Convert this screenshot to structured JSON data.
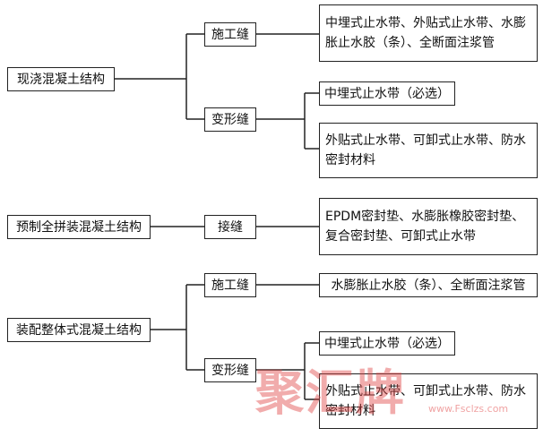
{
  "diagram": {
    "group1": {
      "root": "现浇混凝土结构",
      "branch_a": {
        "label": "施工缝",
        "items": [
          "中埋式止水带、外贴式止水带、水膨",
          "胀止水胶（条）、全断面注浆管"
        ]
      },
      "branch_b": {
        "label": "变形缝",
        "item1": "中埋式止水带（必选）",
        "item2": [
          "外贴式止水带、可卸式止水带、防水",
          "密封材料"
        ]
      }
    },
    "group2": {
      "root": "预制全拼装混凝土结构",
      "branch": {
        "label": "接缝",
        "items": [
          "EPDM密封垫、水膨胀橡胶密封垫、",
          "复合密封垫、可卸式止水带"
        ]
      }
    },
    "group3": {
      "root": "装配整体式混凝土结构",
      "branch_a": {
        "label": "施工缝",
        "item": "水膨胀止水胶（条）、全断面注浆管"
      },
      "branch_b": {
        "label": "变形缝",
        "item1": "中埋式止水带（必选）",
        "item2": [
          "外贴式止水带、可卸式止水带、防水",
          "密封材料"
        ]
      }
    }
  },
  "watermark": {
    "big": "聚汇牌",
    "small": "www.Fsclzs.com"
  }
}
